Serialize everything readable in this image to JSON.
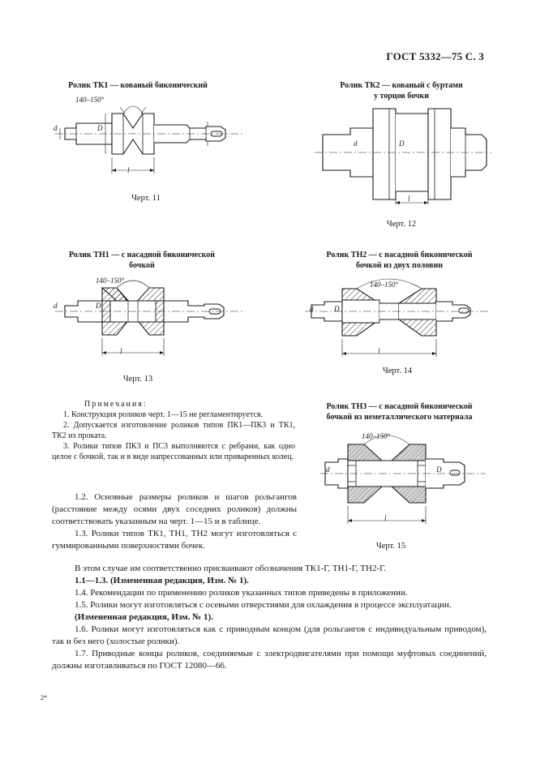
{
  "header": "ГОСТ 5332—75 С. 3",
  "figures": {
    "f11": {
      "title": "Ролик ТК1 — кованый  биконический",
      "caption": "Черт. 11",
      "angle": "140–150°",
      "dim_d": "d",
      "dim_D": "D",
      "dim_l": "l"
    },
    "f12": {
      "title": "Ролик ТК2 — кованый с буртами\nу торцов бочки",
      "caption": "Черт. 12",
      "dim_d": "d",
      "dim_D": "D",
      "dim_l": "l"
    },
    "f13": {
      "title": "Ролик ТН1 — с насадной биконической\nбочкой",
      "caption": "Черт. 13",
      "angle": "140–150°",
      "dim_d": "d",
      "dim_D": "D",
      "dim_l": "l"
    },
    "f14": {
      "title": "Ролик ТН2 — с насадной биконической\nбочкой из двух половин",
      "caption": "Черт. 14",
      "angle": "140–150°",
      "dim_d": "d",
      "dim_D": "D",
      "dim_l": "l"
    },
    "f15": {
      "title": "Ролик ТН3 — с насадной биконической\nбочкой из неметаллического материала",
      "caption": "Черт. 15",
      "angle": "140–150°",
      "dim_d": "d",
      "dim_D": "D",
      "dim_l": "l"
    }
  },
  "notes": {
    "heading": "Примечания:",
    "items": [
      "1. Конструкция роликов черт. 1—15 не регламентируется.",
      "2. Допускается изготовление роликов типов ПК1—ПК3 и ТК1, ТК2 из проката.",
      "3. Ролики типов ПК3 и ПС3 выполняются с ребрами, как одно целое с бочкой, так и в виде напрессованных или приваренных колец."
    ]
  },
  "para_left": [
    "1.2. Основные размеры роликов и шагов рольгангов (расстояние между осями двух соседних роликов) должны соответствовать указанным на черт. 1—15 и в таблице.",
    "1.3. Ролики типов ТК1, ТН1, ТН2 могут изготовляться с гуммированными поверхностями бочек."
  ],
  "body": [
    "В этом случае им соответственно присваивают обозначения ТК1-Г, ТН1-Г, ТН2-Г.",
    "1.1—1.3. (Измененная редакция, Изм. № 1).",
    "1.4. Рекомендации по применению роликов указанных типов приведены в приложении.",
    "1.5. Ролики могут изготовляться с осевыми отверстиями для охлаждения в процессе эксплуатации.",
    "(Измененная редакция, Изм. № 1).",
    "1.6. Ролики могут изготовляться как с приводным концом (для рольгангов с индивидуальным приводом), так и без него (холостые ролики).",
    "1.7. Приводные концы роликов, соединяемые с электродвигателями при помощи муфтовых соединений, должны изготавливаться по ГОСТ 12080—66."
  ],
  "page_mark": "2*"
}
